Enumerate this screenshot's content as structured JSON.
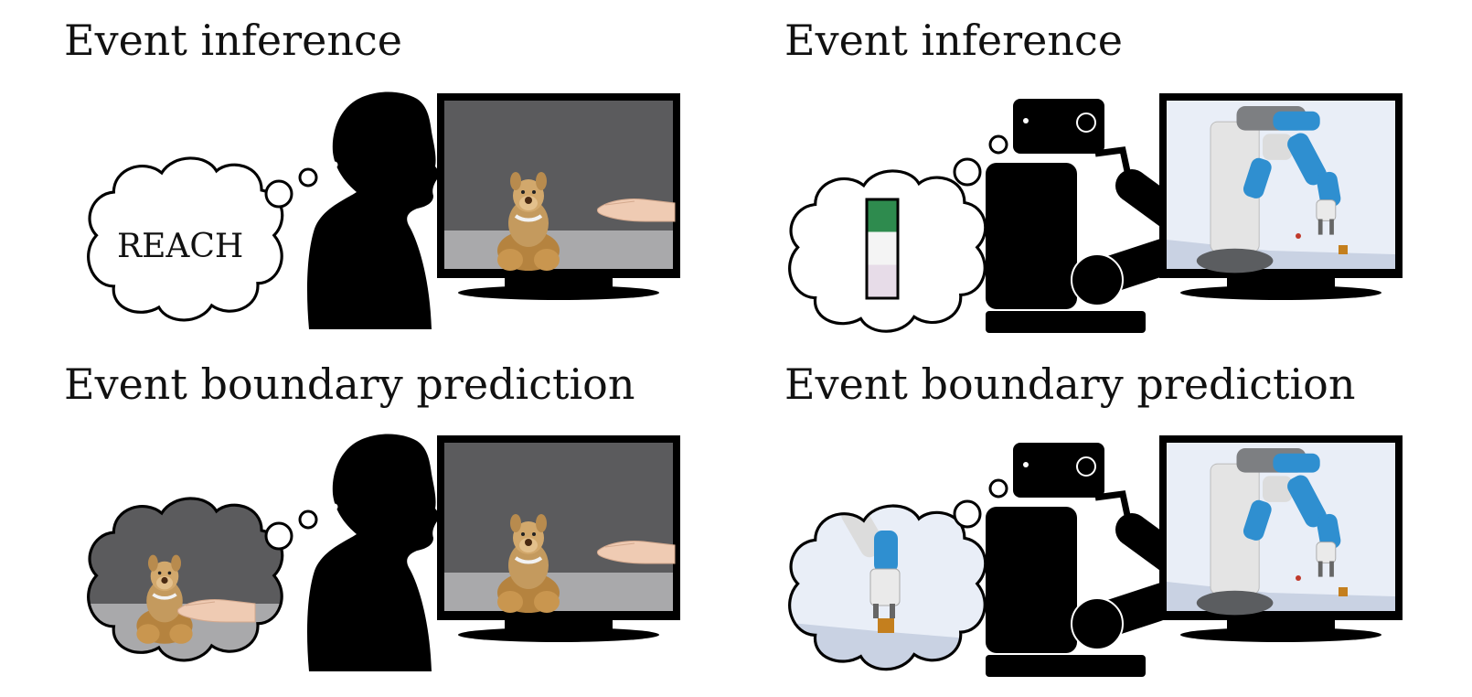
{
  "panels": [
    {
      "title": "Event inference",
      "thought_label": "REACH"
    },
    {
      "title": "Event inference"
    },
    {
      "title": "Event boundary prediction"
    },
    {
      "title": "Event boundary prediction"
    }
  ],
  "colors": {
    "silhouette": "#000000",
    "video_background": "#5b5b5d",
    "table": "#a9a9ab",
    "toy": "#c49a5e",
    "skin": "#efcbb3",
    "robot_link_blue": "#2f8fd0",
    "robot_link_gray": "#d9d9d9",
    "sim_background": "#e9eef7",
    "bar_top": "#2e8b4e",
    "bar_middle": "#f4f4f4",
    "bar_bottom": "#e7dce8"
  }
}
